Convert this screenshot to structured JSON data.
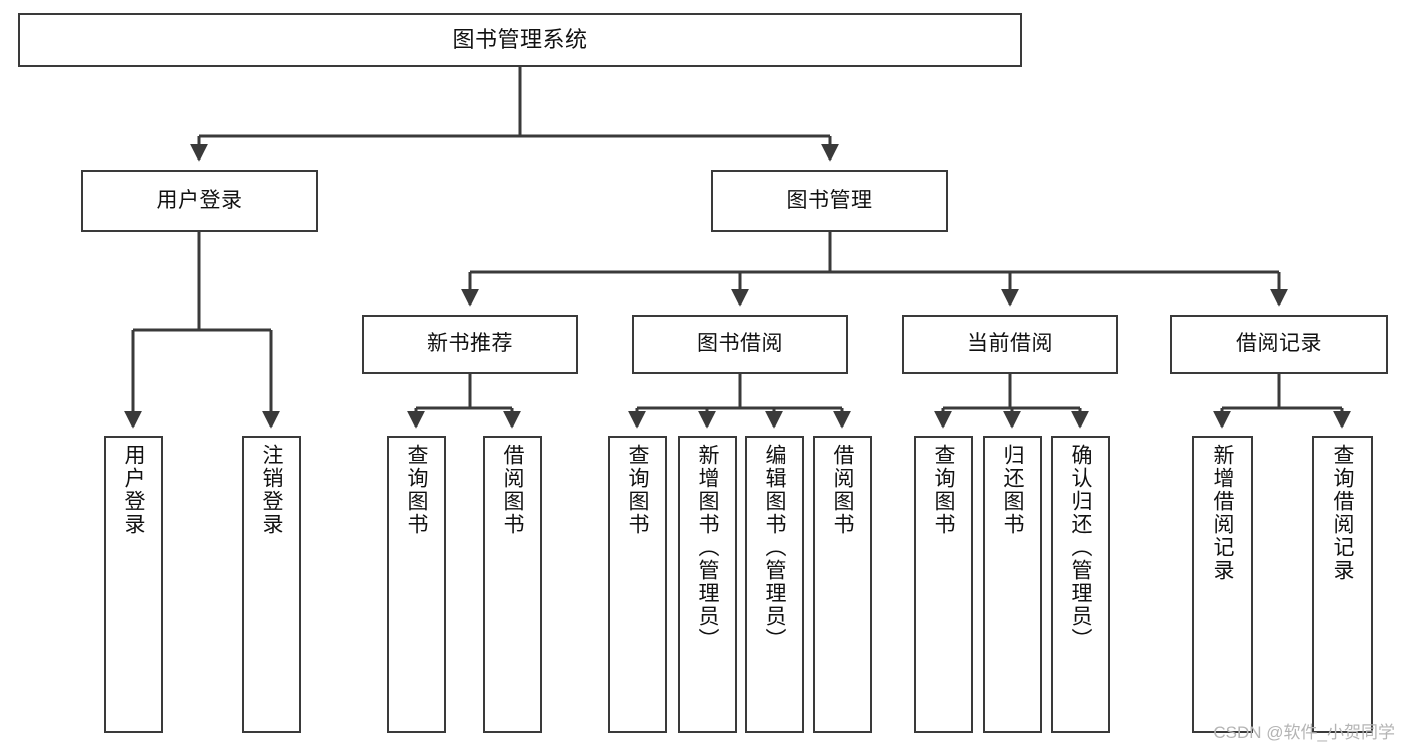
{
  "diagram": {
    "title": "图书管理系统",
    "type": "functional-decomposition-tree",
    "watermark": "CSDN @软件_小贺同学",
    "colors": {
      "stroke": "#3a3a3a",
      "fill": "#ffffff",
      "text": "#111111",
      "watermark": "#b4b4b4"
    },
    "nodes": {
      "root": {
        "label": "图书管理系统"
      },
      "level2": [
        {
          "label": "用户登录"
        },
        {
          "label": "图书管理"
        }
      ],
      "level3": [
        {
          "label": "新书推荐"
        },
        {
          "label": "图书借阅"
        },
        {
          "label": "当前借阅"
        },
        {
          "label": "借阅记录"
        }
      ],
      "leaves": {
        "user_login": [
          {
            "label": "用户登录"
          },
          {
            "label": "注销登录"
          }
        ],
        "new_book": [
          {
            "label": "查询图书"
          },
          {
            "label": "借阅图书"
          }
        ],
        "book_borrow": [
          {
            "label": "查询图书"
          },
          {
            "label": "新增图书（管理员）"
          },
          {
            "label": "编辑图书（管理员）"
          },
          {
            "label": "借阅图书"
          }
        ],
        "current_borrow": [
          {
            "label": "查询图书"
          },
          {
            "label": "归还图书"
          },
          {
            "label": "确认归还（管理员）"
          }
        ],
        "borrow_record": [
          {
            "label": "新增借阅记录"
          },
          {
            "label": "查询借阅记录"
          }
        ]
      }
    }
  }
}
